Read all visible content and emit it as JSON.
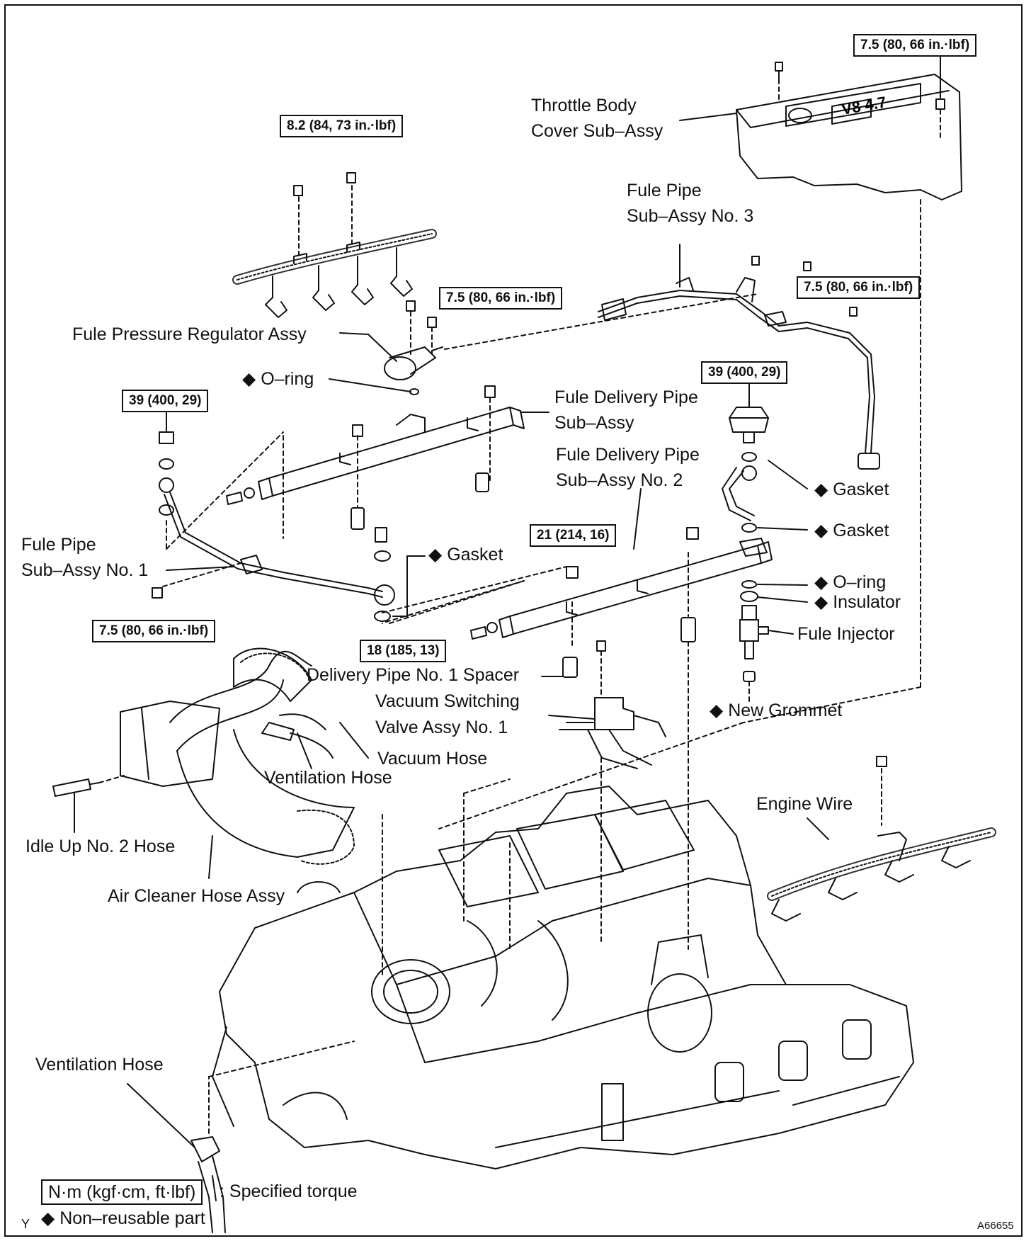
{
  "diagram": {
    "torques": {
      "t_cover": "7.5 (80, 66 in.·lbf)",
      "t_harness": "8.2 (84, 73 in.·lbf)",
      "t_regulator": "7.5 (80, 66 in.·lbf)",
      "t_pipe3": "7.5 (80, 66 in.·lbf)",
      "t_damper_right": "39 (400, 29)",
      "t_damper_left": "39 (400, 29)",
      "t_delivery2": "21 (214, 16)",
      "t_pipe1": "7.5 (80, 66 in.·lbf)",
      "t_spacer": "18 (185, 13)"
    },
    "labels": {
      "throttle_body_cover_1": "Throttle Body",
      "throttle_body_cover_2": "Cover Sub–Assy",
      "fuel_pipe3_1": "Fule Pipe",
      "fuel_pipe3_2": "Sub–Assy No. 3",
      "pressure_regulator": "Fule Pressure Regulator Assy",
      "oring_top": "O–ring",
      "delivery_pipe_1": "Fule Delivery Pipe",
      "delivery_pipe_2": "Sub–Assy",
      "delivery_pipe2_1": "Fule Delivery Pipe",
      "delivery_pipe2_2": "Sub–Assy No. 2",
      "gasket_right_1": "Gasket",
      "gasket_right_2": "Gasket",
      "gasket_left": "Gasket",
      "fuel_pipe1_1": "Fule Pipe",
      "fuel_pipe1_2": "Sub–Assy No. 1",
      "oring_right": "O–ring",
      "insulator": "Insulator",
      "fuel_injector": "Fule Injector",
      "spacer": "Delivery Pipe No. 1 Spacer",
      "vsv_1": "Vacuum Switching",
      "vsv_2": "Valve Assy No. 1",
      "new_grommet": "New Grommet",
      "vacuum_hose": "Vacuum Hose",
      "ventilation_hose_mid": "Ventilation Hose",
      "engine_wire": "Engine Wire",
      "idle_up_hose": "Idle Up No. 2 Hose",
      "air_cleaner_hose": "Air Cleaner Hose Assy",
      "ventilation_hose_bottom": "Ventilation Hose"
    },
    "cover_badge": "V8 4.7",
    "legend": {
      "torque_unit": "N·m (kgf·cm, ft·lbf)",
      "torque_desc": ": Specified torque",
      "nonreusable": "Non–reusable part"
    },
    "corner_letter": "Y",
    "figure_id": "A66655"
  }
}
